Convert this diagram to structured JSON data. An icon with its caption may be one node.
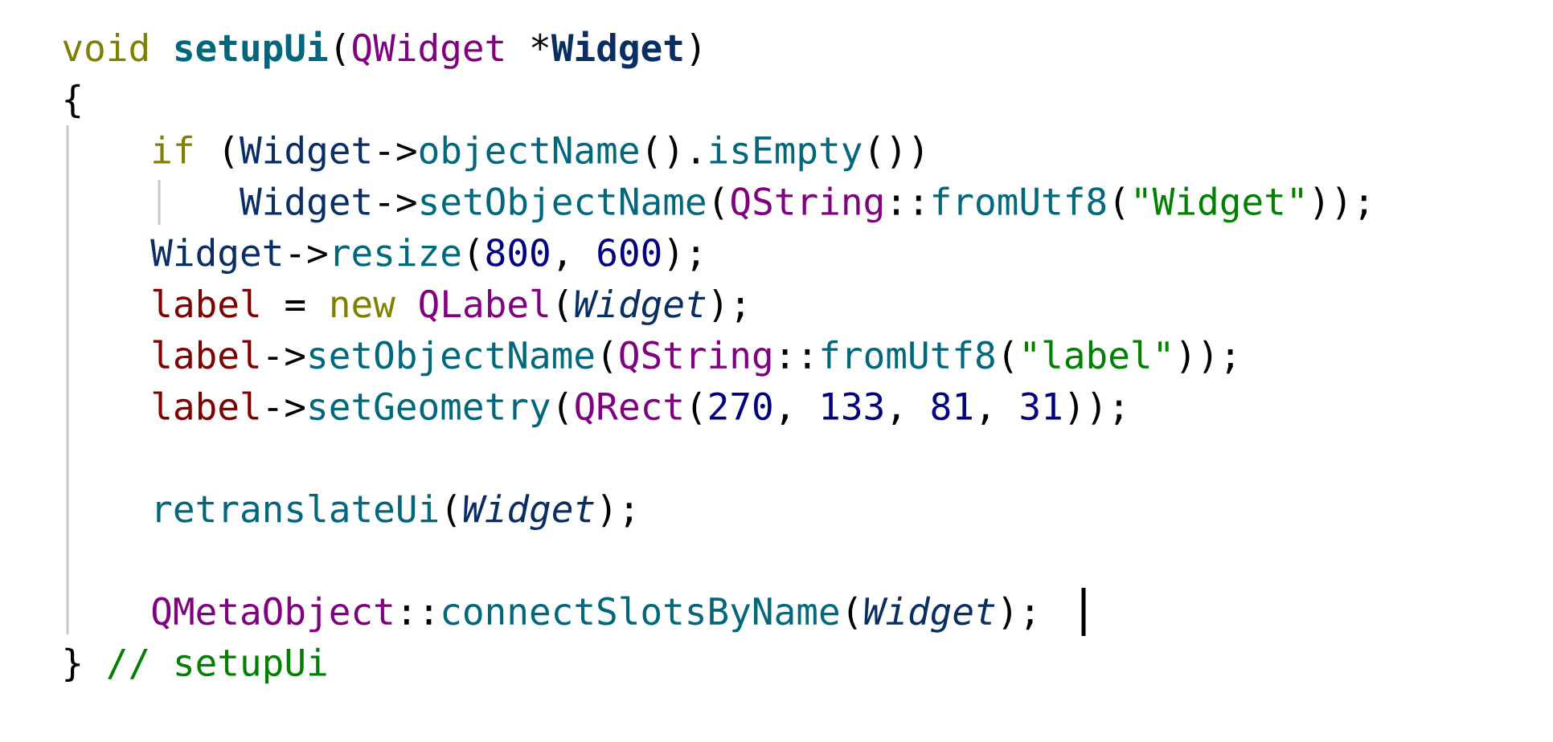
{
  "diagram": {
    "labels": [
      "void",
      "setupUi",
      "(",
      "QWidget",
      "*",
      "Widget",
      ")",
      "{",
      "if",
      "(",
      "Widget",
      "->",
      "objectName",
      "().",
      "isEmpty",
      "())",
      "Widget",
      "->",
      "setObjectName",
      "(",
      "QString",
      "::",
      "fromUtf8",
      "(",
      "\"Widget\"",
      "));",
      "Widget",
      "->",
      "resize",
      "(",
      "800",
      ",",
      "600",
      ");",
      "label",
      "=",
      "new",
      "QLabel",
      "(",
      "Widget",
      ");",
      "label",
      "->",
      "setObjectName",
      "(",
      "QString",
      "::",
      "fromUtf8",
      "(",
      "\"label\"",
      "));",
      "label",
      "->",
      "setGeometry",
      "(",
      "QRect",
      "(",
      "270",
      ",",
      "133",
      ",",
      "81",
      ",",
      "31",
      "));",
      "retranslateUi",
      "(",
      "Widget",
      ");",
      "QMetaObject",
      "::",
      "connectSlotsByName",
      "(",
      "Widget",
      ");",
      "}",
      "// setupUi"
    ]
  }
}
